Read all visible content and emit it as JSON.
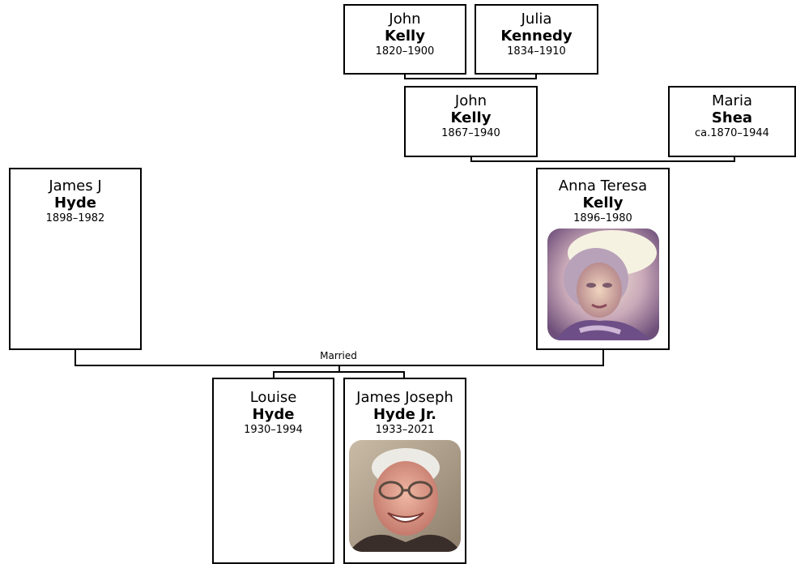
{
  "people": {
    "john_kelly_sr": {
      "first": "John",
      "last": "Kelly",
      "dates": "1820–1900"
    },
    "julia_kennedy": {
      "first": "Julia",
      "last": "Kennedy",
      "dates": "1834–1910"
    },
    "john_kelly": {
      "first": "John",
      "last": "Kelly",
      "dates": "1867–1940"
    },
    "maria_shea": {
      "first": "Maria",
      "last": "Shea",
      "dates": "ca.1870–1944"
    },
    "james_j_hyde": {
      "first": "James J",
      "last": "Hyde",
      "dates": "1898–1982"
    },
    "anna_teresa_kelly": {
      "first": "Anna Teresa",
      "last": "Kelly",
      "dates": "1896–1980"
    },
    "louise_hyde": {
      "first": "Louise",
      "last": "Hyde",
      "dates": "1930–1994"
    },
    "james_joseph_hyde_jr": {
      "first": "James Joseph",
      "last": "Hyde Jr.",
      "dates": "1933–2021"
    }
  },
  "connectors": {
    "married_label": "Married"
  },
  "colors": {
    "border": "#000000",
    "background": "#ffffff"
  }
}
